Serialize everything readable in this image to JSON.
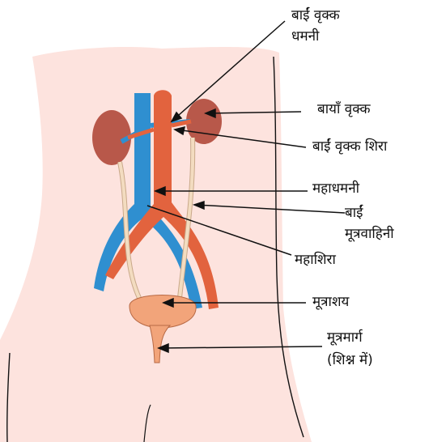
{
  "labels": {
    "left_renal_artery_line1": "बाईं वृक्क",
    "left_renal_artery_line2": "धमनी",
    "left_kidney": "बायाँ वृक्क",
    "left_renal_vein": "बाईं वृक्क शिरा",
    "aorta": "महाधमनी",
    "left_ureter_line1": "बाईं",
    "left_ureter_line2": "मूत्रवाहिनी",
    "vena_cava": "महाशिरा",
    "bladder": "मूत्राशय",
    "urethra_line1": "मूत्रमार्ग",
    "urethra_line2": "(शिश्न में)"
  },
  "colors": {
    "skin": "#fde3de",
    "kidney": "#b8584a",
    "artery": "#e2633e",
    "vein": "#2f8fd0",
    "ureter": "#f3dcc0",
    "bladder": "#f2a47a",
    "outline": "#111111"
  }
}
